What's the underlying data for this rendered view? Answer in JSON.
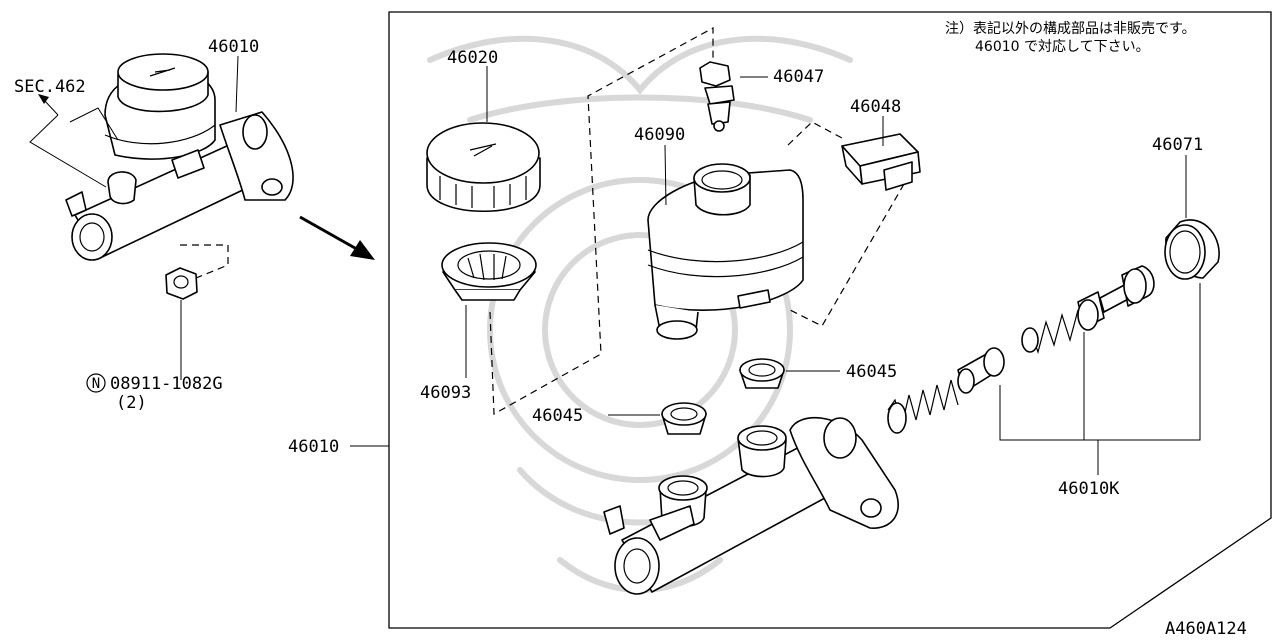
{
  "diagram": {
    "drawing_code": "A460A124",
    "note": {
      "line1": "注）表記以外の構成部品は非販売です。",
      "line2": "46010 で対応して下さい。"
    },
    "overview": {
      "assembly_label": "46010",
      "section_ref": "SEC.462",
      "nut_part": "08911-1082G",
      "nut_qty": "(2)",
      "nut_symbol": "N"
    },
    "parts": {
      "cap": "46020",
      "filter": "46093",
      "reservoir": "46090",
      "grommet_bolt": "46047",
      "connector": "46048",
      "seal_upper": "46045",
      "seal_lower": "46045",
      "piston_seal": "46071",
      "piston_kit": "46010K",
      "body": "46010"
    }
  }
}
